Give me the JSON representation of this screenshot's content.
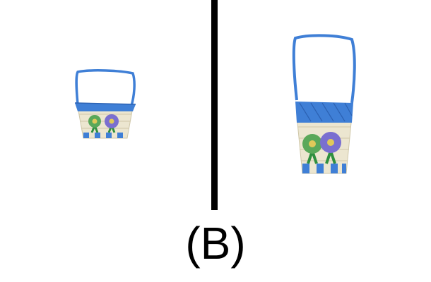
{
  "caption": "(B)",
  "colors": {
    "background": "#ffffff",
    "divider": "#000000",
    "basket_blue": "#3f7fd6",
    "basket_blue_dark": "#2c62b3",
    "weave_cream": "#ece6d0",
    "weave_shadow": "#cfc7a8",
    "flower_green": "#5aa85a",
    "flower_purple": "#7a6fd0",
    "flower_center": "#e0c95a",
    "stem_green": "#2f8f3f"
  },
  "images": [
    {
      "name": "basket-small",
      "icon": "flower-basket-icon"
    },
    {
      "name": "basket-large",
      "icon": "flower-basket-icon"
    }
  ]
}
